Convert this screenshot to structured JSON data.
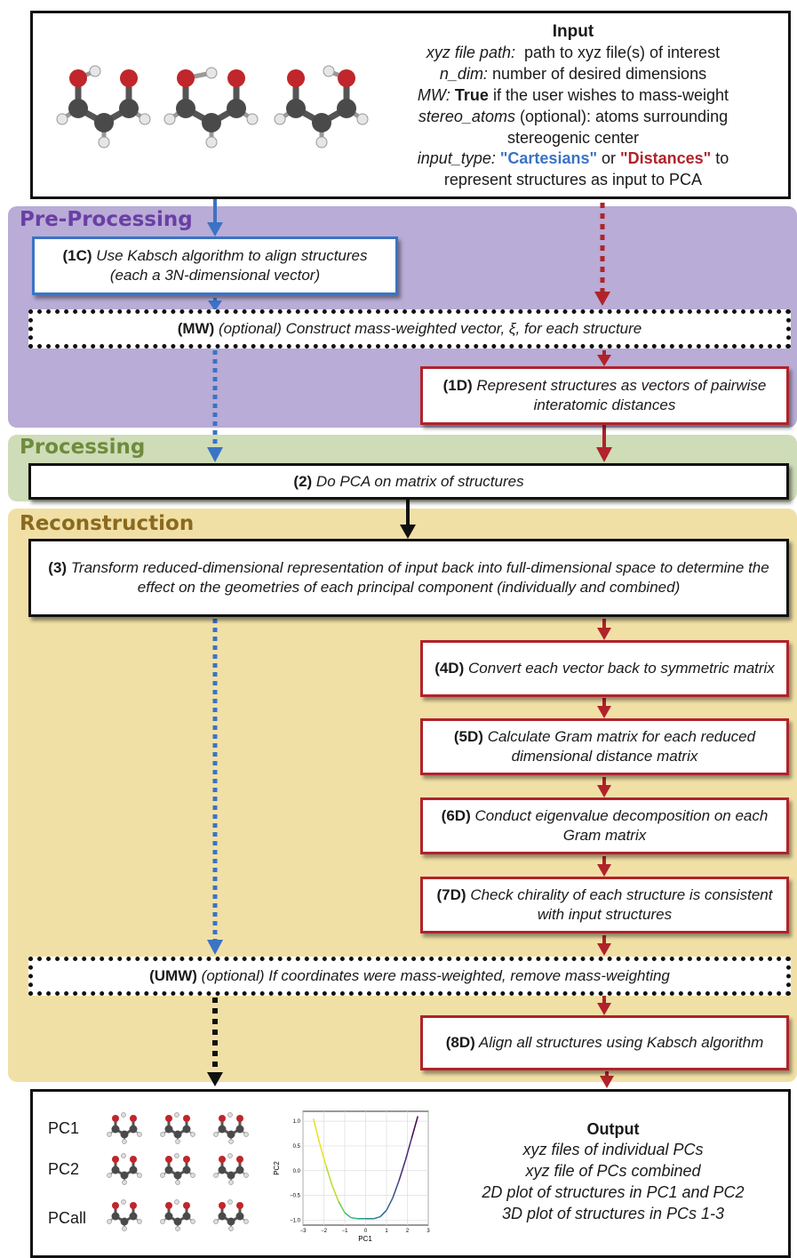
{
  "colors": {
    "pre_bg": "#b9acd6",
    "pre_title": "#6a3fa5",
    "proc_bg": "#cfdcb8",
    "proc_title": "#6e8c3c",
    "recon_bg": "#f1e0a6",
    "recon_title": "#8a6a1e",
    "blue": "#3b73c5",
    "red": "#b0232a",
    "black": "#111111"
  },
  "input": {
    "title": "Input",
    "line1_label": "xyz file path:",
    "line1_text": "path to xyz file(s) of interest",
    "line2_label": "n_dim:",
    "line2_text": "number of desired dimensions",
    "line3_label": "MW:",
    "line3_bold": "True",
    "line3_text": "if the user wishes to mass-weight",
    "line4_label": "stereo_atoms",
    "line4_text": "(optional): atoms surrounding",
    "line5_text": "stereogenic center",
    "line6_label": "input_type:",
    "line6_blue": "\"Cartesians\"",
    "line6_or": "or",
    "line6_red": "\"Distances\"",
    "line6_to": "to",
    "line7_text": "represent structures as input to PCA",
    "molecules": [
      "molecule-1",
      "molecule-2",
      "molecule-3"
    ]
  },
  "sections": {
    "preprocessing": "Pre-Processing",
    "processing": "Processing",
    "reconstruction": "Reconstruction"
  },
  "steps": {
    "s1c_tag": "(1C)",
    "s1c_text": "Use Kabsch algorithm to align structures (each a 3N-dimensional vector)",
    "mw_tag": "(MW)",
    "mw_text": "(optional) Construct mass-weighted vector, ξ, for each structure",
    "s1d_tag": "(1D)",
    "s1d_text": "Represent structures as vectors of pairwise interatomic distances",
    "s2_tag": "(2)",
    "s2_text": "Do PCA on matrix of structures",
    "s3_tag": "(3)",
    "s3_text": "Transform reduced-dimensional representation of input back into full-dimensional space to determine the effect on the geometries of each principal component (individually and combined)",
    "s4d_tag": "(4D)",
    "s4d_text": "Convert each vector back to symmetric matrix",
    "s5d_tag": "(5D)",
    "s5d_text": "Calculate Gram matrix for each reduced dimensional distance matrix",
    "s6d_tag": "(6D)",
    "s6d_text": "Conduct eigenvalue decomposition on each Gram matrix",
    "s7d_tag": "(7D)",
    "s7d_text": "Check chirality of each structure is consistent with input structures",
    "umw_tag": "(UMW)",
    "umw_text": "(optional) If coordinates were mass-weighted, remove mass-weighting",
    "s8d_tag": "(8D)",
    "s8d_text": "Align all structures using Kabsch algorithm"
  },
  "output": {
    "title": "Output",
    "items": [
      "xyz files of individual PCs",
      "xyz file of PCs combined",
      "2D plot of structures in PC1 and PC2",
      "3D plot of structures in PCs 1-3"
    ],
    "rows": [
      "PC1",
      "PC2",
      "PCall"
    ]
  },
  "chart_data": {
    "type": "line",
    "xlabel": "PC1",
    "ylabel": "PC2",
    "xlim": [
      -3,
      3
    ],
    "ylim": [
      -1.1,
      1.2
    ],
    "xticks": [
      "−3",
      "−2",
      "−1",
      "0",
      "1",
      "2",
      "3"
    ],
    "yticks": [
      "1.0",
      "0.5",
      "0.0",
      "−0.5",
      "−1.0"
    ],
    "grid": true,
    "x": [
      -2.5,
      -2.2,
      -1.9,
      -1.6,
      -1.3,
      -1.0,
      -0.7,
      -0.4,
      0.0,
      0.4,
      0.7,
      1.0,
      1.3,
      1.6,
      1.9,
      2.2,
      2.5
    ],
    "y": [
      1.05,
      0.55,
      0.1,
      -0.3,
      -0.62,
      -0.85,
      -0.95,
      -0.97,
      -0.97,
      -0.97,
      -0.93,
      -0.8,
      -0.55,
      -0.2,
      0.2,
      0.65,
      1.1
    ]
  }
}
